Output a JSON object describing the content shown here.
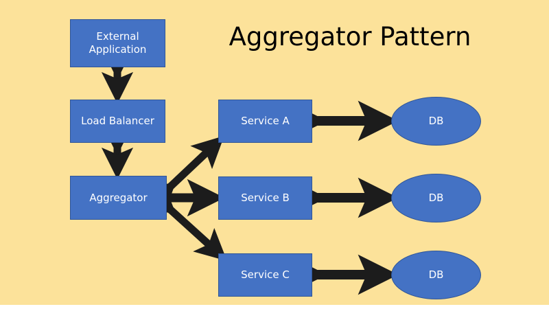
{
  "slide": {
    "title": "Aggregator Pattern",
    "background_color": "#fce29a",
    "node_fill_color": "#4472c4",
    "node_border_color": "#2f5597",
    "node_text_color": "#ffffff",
    "arrow_color": "#1c1c1c",
    "title_color": "#000000"
  },
  "nodes": {
    "external_application": {
      "label": "External Application"
    },
    "load_balancer": {
      "label": "Load Balancer"
    },
    "aggregator": {
      "label": "Aggregator"
    },
    "service_a": {
      "label": "Service A"
    },
    "service_b": {
      "label": "Service B"
    },
    "service_c": {
      "label": "Service C"
    },
    "db_a": {
      "label": "DB"
    },
    "db_b": {
      "label": "DB"
    },
    "db_c": {
      "label": "DB"
    }
  },
  "connectors": [
    {
      "id": "external-application-to-load-balancer",
      "from": "External Application",
      "to": "Load Balancer",
      "style": "double-headed-vertical"
    },
    {
      "id": "load-balancer-to-aggregator",
      "from": "Load Balancer",
      "to": "Aggregator",
      "style": "double-headed-vertical"
    },
    {
      "id": "aggregator-to-service-a",
      "from": "Aggregator",
      "to": "Service A",
      "style": "double-headed-diagonal-up"
    },
    {
      "id": "aggregator-to-service-b",
      "from": "Aggregator",
      "to": "Service B",
      "style": "double-headed-horizontal"
    },
    {
      "id": "aggregator-to-service-c",
      "from": "Aggregator",
      "to": "Service C",
      "style": "double-headed-diagonal-down"
    },
    {
      "id": "service-a-to-db-a",
      "from": "Service A",
      "to": "DB",
      "style": "double-headed-horizontal"
    },
    {
      "id": "service-b-to-db-b",
      "from": "Service B",
      "to": "DB",
      "style": "double-headed-horizontal"
    },
    {
      "id": "service-c-to-db-c",
      "from": "Service C",
      "to": "DB",
      "style": "double-headed-horizontal"
    }
  ]
}
